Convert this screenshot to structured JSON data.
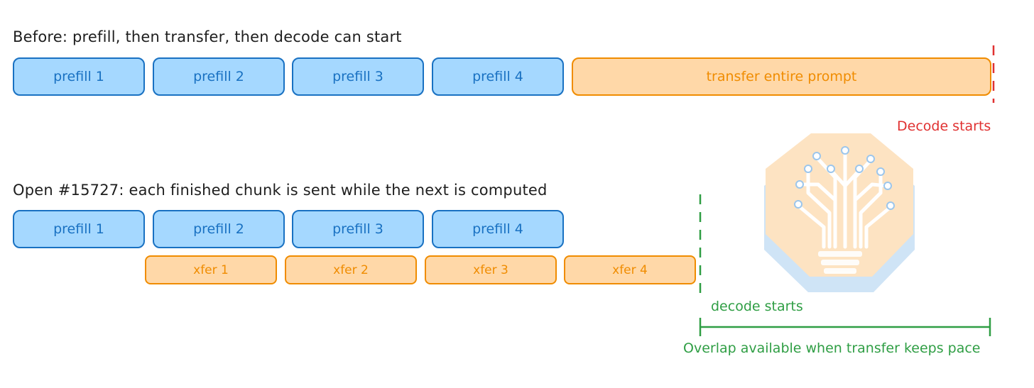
{
  "before": {
    "caption": "Before: prefill, then transfer, then decode can start",
    "prefill_labels": [
      "prefill 1",
      "prefill 2",
      "prefill 3",
      "prefill 4"
    ],
    "transfer_label": "transfer entire prompt",
    "decode_label": "Decode starts"
  },
  "after": {
    "caption": "Open #15727: each finished chunk is sent while the next is computed",
    "prefill_labels": [
      "prefill 1",
      "prefill 2",
      "prefill 3",
      "prefill 4"
    ],
    "xfer_labels": [
      "xfer 1",
      "xfer 2",
      "xfer 3",
      "xfer 4"
    ],
    "decode_label": "decode starts",
    "overlap_label": "Overlap available when transfer keeps pace"
  },
  "colors": {
    "prefill_fill": "#a5d8ff",
    "prefill_stroke": "#1971c2",
    "transfer_fill": "#ffd8a8",
    "transfer_stroke": "#f08c00",
    "before_marker": "#e03131",
    "after_marker": "#2f9e44"
  },
  "illustration": {
    "icon": "lightbulb-circuit-icon"
  }
}
